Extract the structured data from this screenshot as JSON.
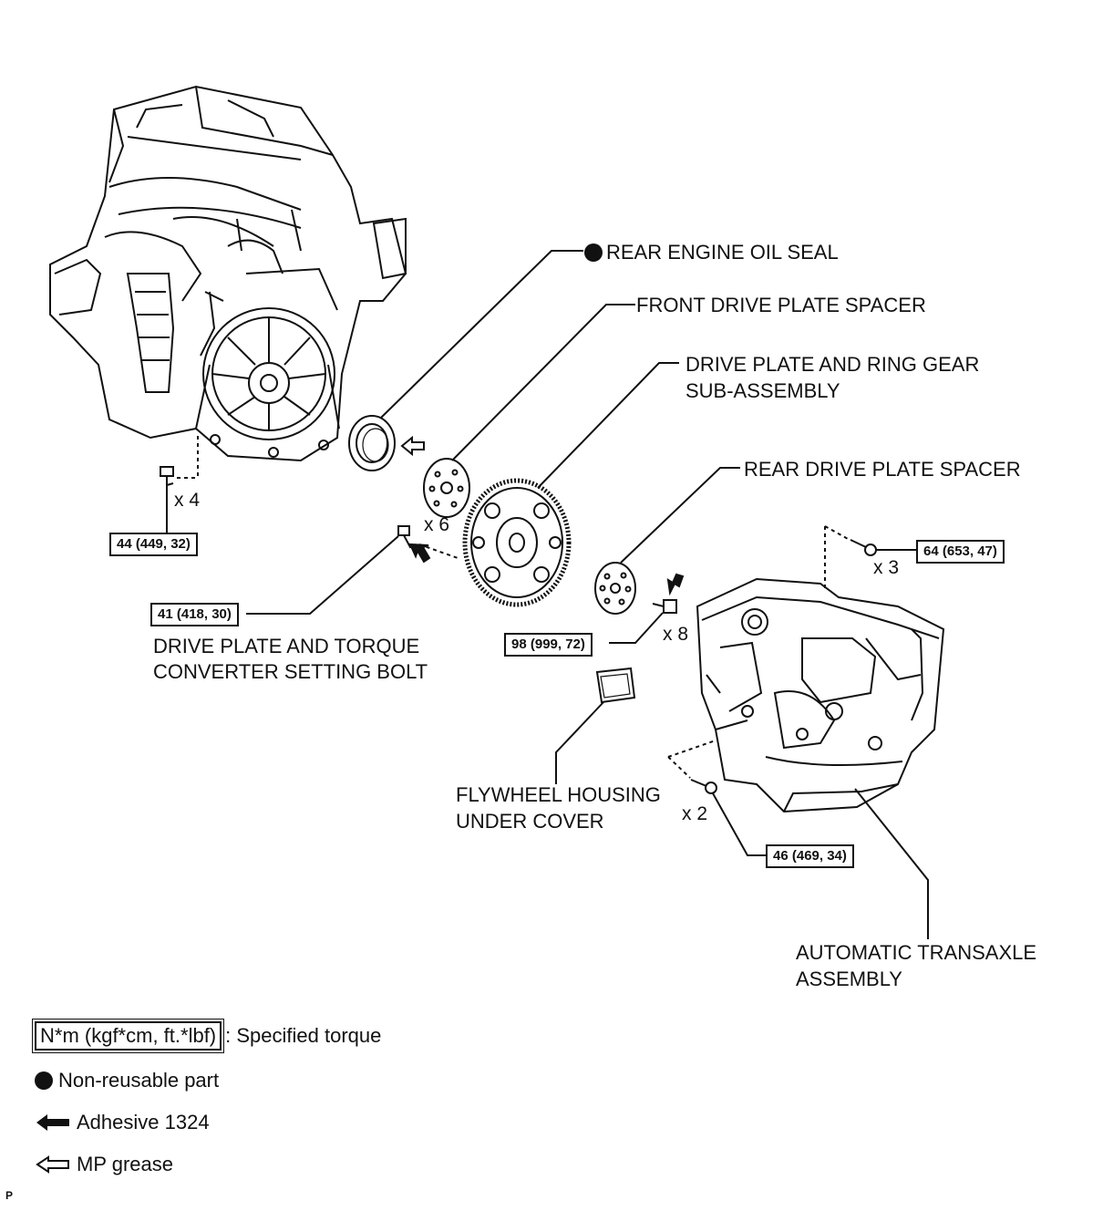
{
  "parts": {
    "rear_engine_oil_seal": "REAR ENGINE OIL SEAL",
    "front_drive_plate_spacer": "FRONT DRIVE PLATE SPACER",
    "drive_plate_line1": "DRIVE PLATE AND RING GEAR",
    "drive_plate_line2": "SUB-ASSEMBLY",
    "rear_drive_plate_spacer": "REAR DRIVE PLATE SPACER",
    "setting_bolt_line1": "DRIVE PLATE AND TORQUE",
    "setting_bolt_line2": "CONVERTER SETTING BOLT",
    "flywheel_line1": "FLYWHEEL HOUSING",
    "flywheel_line2": "UNDER COVER",
    "transaxle_line1": "AUTOMATIC TRANSAXLE",
    "transaxle_line2": "ASSEMBLY"
  },
  "torques": {
    "engine_bolt": "44 (449, 32)",
    "setting_bolt": "41 (418, 30)",
    "drive_plate_bolt": "98 (999, 72)",
    "transaxle_upper": "64 (653, 47)",
    "transaxle_lower": "46 (469, 34)"
  },
  "quantities": {
    "engine_bolt": "x 4",
    "setting_bolt": "x 6",
    "drive_plate_bolt": "x 8",
    "transaxle_upper": "x 3",
    "transaxle_lower": "x 2"
  },
  "legend": {
    "torque_box": "N*m (kgf*cm, ft.*lbf)",
    "torque_desc": ": Specified torque",
    "non_reusable": "Non-reusable part",
    "adhesive": "Adhesive 1324",
    "mp_grease": "MP grease"
  },
  "corner_mark": "P",
  "icons": {
    "non_reusable": "filled-circle-icon",
    "adhesive": "solid-arrow-icon",
    "mp_grease": "hollow-arrow-icon"
  }
}
